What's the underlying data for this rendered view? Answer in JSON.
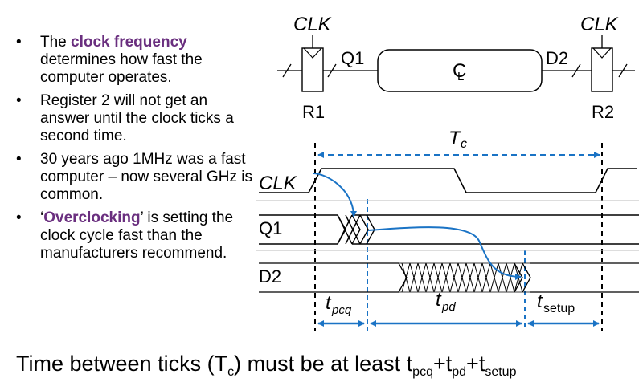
{
  "bullets": [
    {
      "before": "The ",
      "highlight": "clock frequency",
      "after": " determines how fast the computer operates."
    },
    {
      "before": "Register 2 will not get an answer until the clock ticks a second time.",
      "highlight": "",
      "after": ""
    },
    {
      "before": "30 years ago 1MHz was a fast computer – now several GHz is common.",
      "highlight": "",
      "after": ""
    },
    {
      "before": "‘",
      "highlight": "Overclocking",
      "after": "’ is setting the clock cycle fast than the manufacturers recommend."
    }
  ],
  "circuit": {
    "clk_left": "CLK",
    "clk_right": "CLK",
    "reg1_label": "R1",
    "reg2_label": "R2",
    "q1_label": "Q1",
    "d2_label": "D2",
    "logic_symbol": "C",
    "logic_symbol_sub": "L"
  },
  "timing": {
    "period_label": "T",
    "period_sub": "c",
    "signals": [
      "CLK",
      "Q1",
      "D2"
    ],
    "tpcq": {
      "main": "t",
      "sub": "pcq"
    },
    "tpd": {
      "main": "t",
      "sub": "pd"
    },
    "tsetup": {
      "main": "t",
      "sub": "setup"
    }
  },
  "colors": {
    "accent": "#1a73c5",
    "highlight": "#6a2f7f"
  },
  "footer": {
    "p1": "Time between ticks (T",
    "s1": "c",
    "p2": ") must be at least t",
    "s2": "pcq",
    "p3": "+t",
    "s3": "pd",
    "p4": "+t",
    "s4": "setup"
  }
}
